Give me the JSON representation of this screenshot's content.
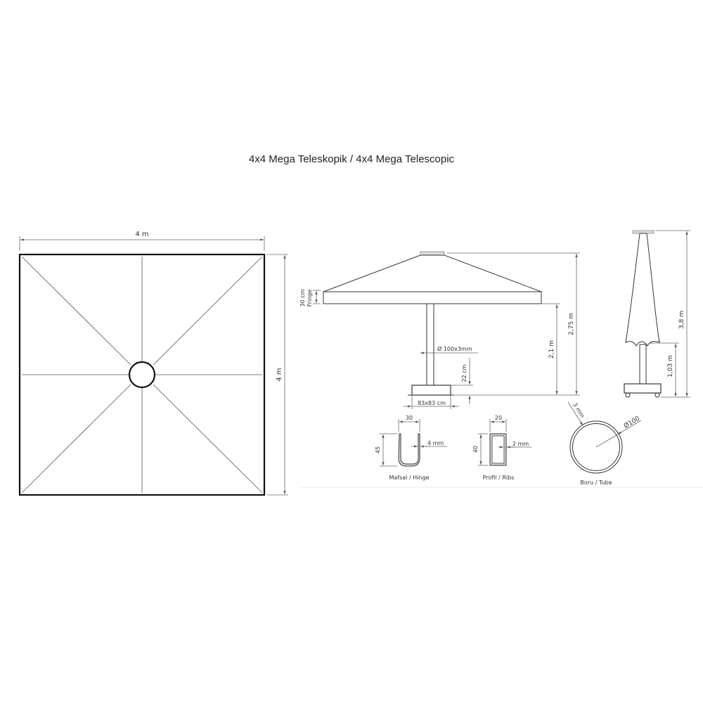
{
  "title": "4x4 Mega Teleskopik / 4x4 Mega Telescopic",
  "top_view": {
    "width_label": "4 m",
    "height_label": "4 m"
  },
  "side_view": {
    "fringe_label": "30 cm",
    "fringe_word": "Fringe",
    "total_height": "2,75 m",
    "clearance_height": "2,1 m",
    "pole_label": "Ø 100x3mm",
    "base_height": "22 cm",
    "base_size": "83x83 cm"
  },
  "closed_view": {
    "total_height": "3,8 m",
    "lower_height": "1,03 m"
  },
  "hinge": {
    "width": "30",
    "height": "45",
    "thickness": "4 mm",
    "caption": "Mafsal / Hinge"
  },
  "rib": {
    "width": "20",
    "height": "40",
    "thickness": "2 mm",
    "caption": "Profil / Ribs"
  },
  "tube": {
    "diameter": "Ø100",
    "thickness": "3 mm",
    "caption": "Boru / Tube"
  }
}
